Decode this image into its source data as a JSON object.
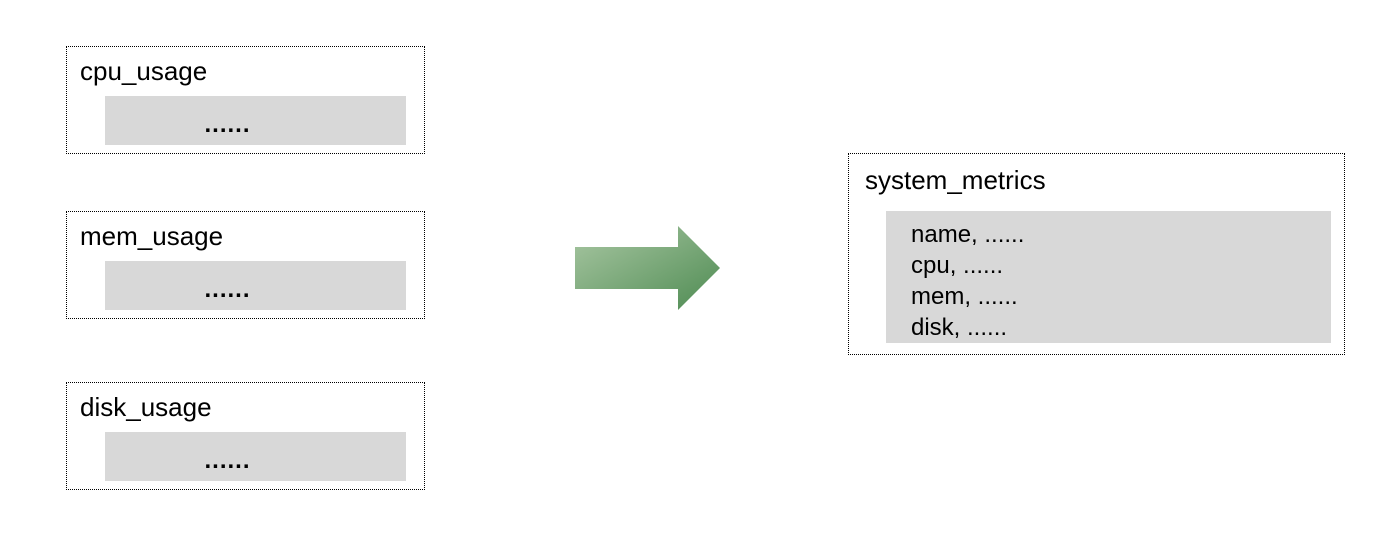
{
  "diagram": {
    "description": "Three per-metric tables merged into one system_metrics table",
    "source_tables": [
      {
        "title": "cpu_usage",
        "bar_text": "......"
      },
      {
        "title": "mem_usage",
        "bar_text": "......"
      },
      {
        "title": "disk_usage",
        "bar_text": "......"
      }
    ],
    "arrow": {
      "direction": "right",
      "gradient_start_color": "#a9c7a3",
      "gradient_end_color": "#4e8b52"
    },
    "result_table": {
      "title": "system_metrics",
      "rows": [
        "name, ......",
        "cpu, ......",
        "mem, ......",
        "disk, ......"
      ]
    },
    "colors": {
      "background": "#ffffff",
      "panel_fill": "#d8d8d8",
      "border": "#000000",
      "text": "#000000"
    }
  }
}
